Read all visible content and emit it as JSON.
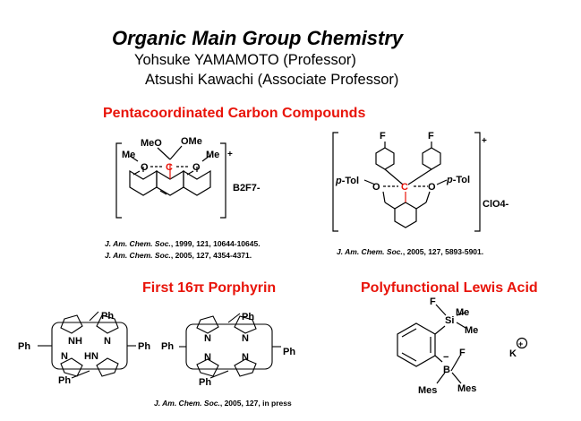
{
  "header": {
    "title": "Organic Main Group Chemistry",
    "author_1": "Yohsuke YAMAMOTO (Professor)",
    "author_2": "Atsushi Kawachi (Associate Professor)"
  },
  "sections": {
    "pentacoordinated": "Pentacoordinated Carbon Compounds",
    "porphyrin": "First 16π Porphyrin",
    "lewis_acid": "Polyfunctional Lewis Acid"
  },
  "references": {
    "ref1_journal": "J. Am. Chem. Soc.",
    "ref1_rest": ", 1999, 121, 10644-10645.",
    "ref2_journal": "J. Am. Chem. Soc.",
    "ref2_rest": ", 2005, 127, 4354-4371.",
    "ref3_journal": "J. Am. Chem. Soc.",
    "ref3_rest": ", 2005, 127, 5893-5901.",
    "ref4_journal": "J. Am. Chem. Soc.",
    "ref4_rest": ", 2005, 127, in press"
  },
  "structure_labels": {
    "anthracene": {
      "meo": "MeO",
      "ome": "OMe",
      "me_left": "Me",
      "me_right": "Me",
      "o_left": "O",
      "o_right": "O",
      "c_center": "C",
      "plus": "+",
      "counterion": "B2F7-"
    },
    "fluorophenyl": {
      "f_left": "F",
      "f_right": "F",
      "ptol_left": "p-Tol",
      "ptol_right": "p-Tol",
      "o_left": "O",
      "o_right": "O",
      "c_center": "C",
      "plus": "+",
      "counterion": "ClO4-"
    },
    "porphyrin_left": {
      "ph_top": "Ph",
      "ph_left": "Ph",
      "ph_right": "Ph",
      "ph_bottom": "Ph",
      "nh": "NH",
      "hn": "HN",
      "n_left": "N",
      "n_right": "N"
    },
    "porphyrin_right": {
      "ph_top": "Ph",
      "ph_left": "Ph",
      "ph_right": "Ph",
      "ph_bottom": "Ph",
      "n1": "N",
      "n2": "N",
      "n3": "N",
      "n4": "N"
    },
    "lewis_acid": {
      "f_si": "F",
      "si": "Si",
      "me1": "Me",
      "me2": "Me",
      "b": "B",
      "f_b": "F",
      "mes_left": "Mes",
      "mes_right": "Mes",
      "minus": "−",
      "k": "K",
      "k_charge": "+"
    }
  },
  "colors": {
    "section_red": "#e8140a",
    "center_carbon_red": "#e8140a"
  }
}
